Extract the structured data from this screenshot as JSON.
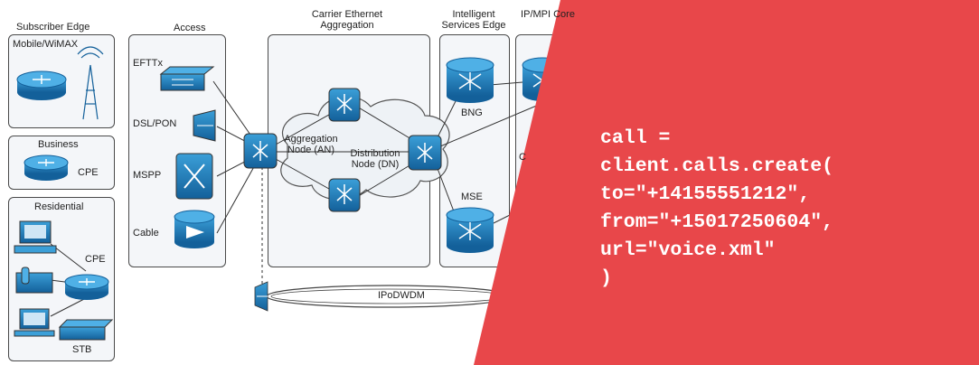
{
  "diagram": {
    "sections": {
      "subscriber_edge": "Subscriber Edge",
      "access": "Access",
      "carrier_ethernet": "Carrier Ethernet Aggregation",
      "intelligent_services": "Intelligent Services Edge",
      "ip_mpls": "IP/MPI Core"
    },
    "subscriber": {
      "mobile": "Mobile/WiMAX",
      "business": "Business",
      "business_cpe": "CPE",
      "residential": "Residential",
      "residential_cpe": "CPE",
      "stb": "STB"
    },
    "access_items": [
      "EFTTx",
      "DSL/PON",
      "MSPP",
      "Cable"
    ],
    "aggregation_node": "Aggregation Node (AN)",
    "distribution_node": "Distribution Node (DN)",
    "bng": "BNG",
    "mse": "MSE",
    "ipodwdm": "IPoDWDM",
    "partial_letter": "C"
  },
  "overlay": {
    "background_color": "#e8474a",
    "code_lines": [
      "call =",
      "client.calls.create(",
      "to=\"+14155551212\",",
      "from=\"+15017250604\",",
      "url=\"voice.xml\"",
      ")"
    ]
  }
}
